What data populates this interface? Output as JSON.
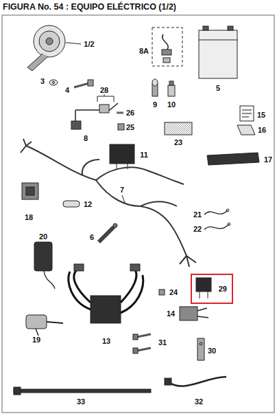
{
  "diagram": {
    "title": "FIGURA No. 54 : EQUIPO ELÉCTRICO (1/2)",
    "nodes": [
      {
        "text": [
          "29"
        ]
      }
    ],
    "labels": [
      "1/2",
      "8A",
      "5",
      "3",
      "4",
      "28",
      "9",
      "10",
      "26",
      "15",
      "25",
      "8",
      "16",
      "11",
      "23",
      "17",
      "7",
      "18",
      "12",
      "21",
      "22",
      "6",
      "20",
      "24",
      "14",
      "13",
      "19",
      "31",
      "30",
      "33",
      "32"
    ]
  }
}
